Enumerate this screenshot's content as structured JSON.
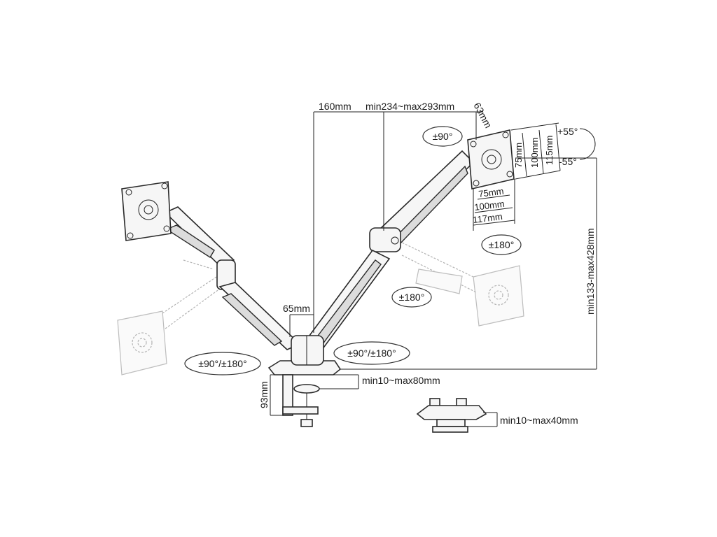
{
  "dimensions": {
    "arm_offset": "160mm",
    "arm_reach": "min234~max293mm",
    "vesa_depth": "63mm",
    "pole_offset": "65mm",
    "height_range": "min133-max428mm",
    "base_height": "93mm",
    "clamp_range": "min10~max80mm",
    "grommet_range": "min10~max40mm",
    "vesa_h_75": "75mm",
    "vesa_h_100": "100mm",
    "vesa_h_115": "115mm",
    "vesa_w_75": "75mm",
    "vesa_w_100": "100mm",
    "vesa_w_117": "117mm"
  },
  "rotations": {
    "head_swivel": "±90°",
    "tilt_up": "+55°",
    "tilt_down": "-55°",
    "head_rotate": "±180°",
    "elbow_rotate": "±180°",
    "left_base_rotate": "±90°/±180°",
    "right_base_rotate": "±90°/±180°"
  }
}
